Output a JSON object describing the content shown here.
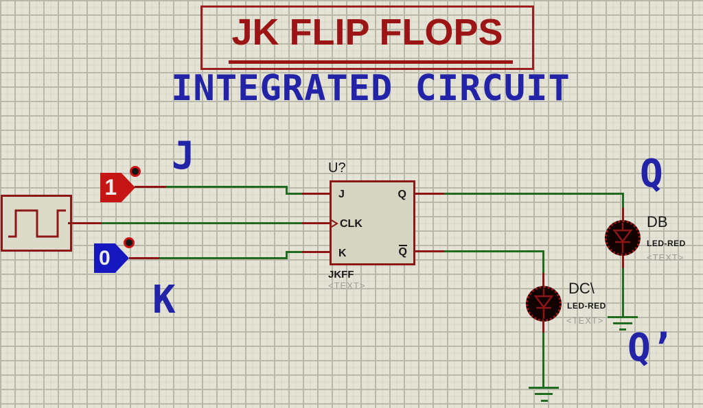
{
  "banner": {
    "title": "JK FLIP FLOPS",
    "subtitle": "INTEGRATED CIRCUIT"
  },
  "net_labels": {
    "j": "J",
    "k": "K",
    "q": "Q",
    "q_prime": "Q’"
  },
  "logic_inputs": {
    "high": "1",
    "low": "0"
  },
  "flip_flop": {
    "ref": "U?",
    "model": "JKFF",
    "placeholder": "<TEXT>",
    "pin_j": "J",
    "pin_clk": "CLK",
    "pin_k": "K",
    "pin_q": "Q",
    "pin_qbar": "Q"
  },
  "led_q": {
    "ref": "DB",
    "model": "LED-RED",
    "placeholder": "<TEXT>"
  },
  "led_qbar": {
    "ref": "DC\\",
    "model": "LED-RED",
    "placeholder": "<TEXT>"
  },
  "colors": {
    "background": "#e4e3d5",
    "grid_major": "#b9b9ab",
    "grid_minor": "#d6d5c7",
    "component_red": "#8c1717",
    "title_red": "#9c1515",
    "logic_high_red": "#c51515",
    "logic_low_blue": "#1717c0",
    "label_blue": "#2323a8",
    "wire_green": "#1f6b1f",
    "wire_red": "#8c1414",
    "text_black": "#181818",
    "text_gray": "#9b9b91"
  }
}
